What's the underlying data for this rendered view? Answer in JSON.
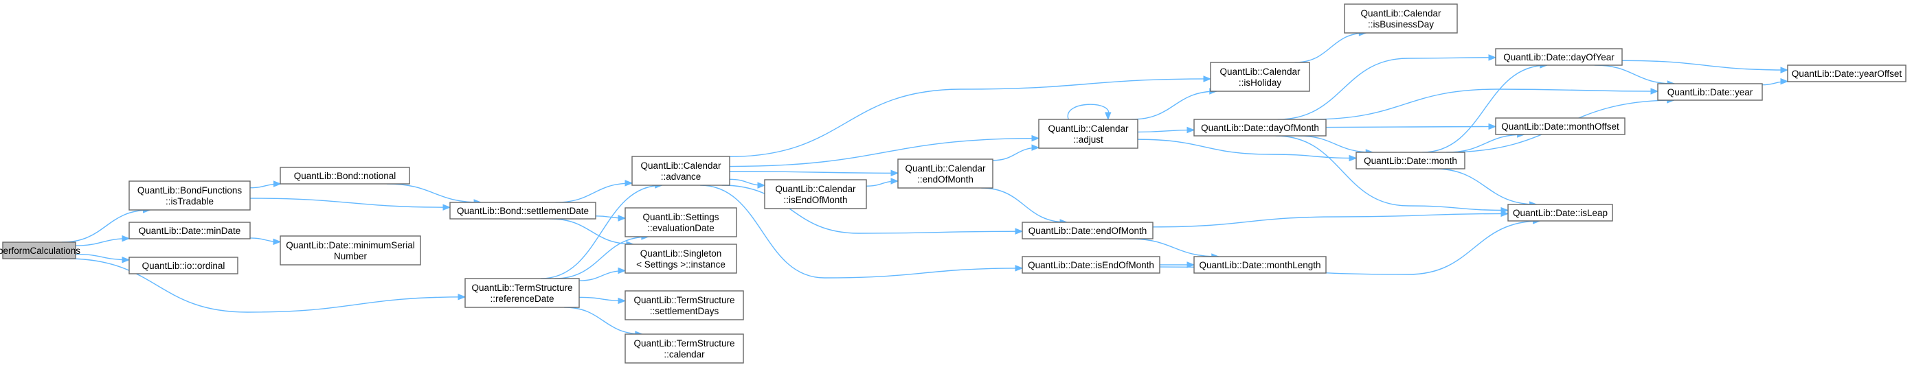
{
  "nodes": [
    {
      "id": "performCalculations",
      "lines": [
        "performCalculations"
      ]
    },
    {
      "id": "isTradable",
      "lines": [
        "QuantLib::BondFunctions",
        "::isTradable"
      ]
    },
    {
      "id": "minDate",
      "lines": [
        "QuantLib::Date::minDate"
      ]
    },
    {
      "id": "ordinal",
      "lines": [
        "QuantLib::io::ordinal"
      ]
    },
    {
      "id": "refDate",
      "lines": [
        "QuantLib::TermStructure",
        "::referenceDate"
      ]
    },
    {
      "id": "notional",
      "lines": [
        "QuantLib::Bond::notional"
      ]
    },
    {
      "id": "bondSettle",
      "lines": [
        "QuantLib::Bond::settlementDate"
      ]
    },
    {
      "id": "minSerial",
      "lines": [
        "QuantLib::Date::minimumSerial",
        "Number"
      ]
    },
    {
      "id": "advance",
      "lines": [
        "QuantLib::Calendar",
        "::advance"
      ]
    },
    {
      "id": "evalDate",
      "lines": [
        "QuantLib::Settings",
        "::evaluationDate"
      ]
    },
    {
      "id": "instance",
      "lines": [
        "QuantLib::Singleton",
        "< Settings >::instance"
      ]
    },
    {
      "id": "tsSettleDays",
      "lines": [
        "QuantLib::TermStructure",
        "::settlementDays"
      ]
    },
    {
      "id": "tsCalendar",
      "lines": [
        "QuantLib::TermStructure",
        "::calendar"
      ]
    },
    {
      "id": "calIsEOM",
      "lines": [
        "QuantLib::Calendar",
        "::isEndOfMonth"
      ]
    },
    {
      "id": "calEOM",
      "lines": [
        "QuantLib::Calendar",
        "::endOfMonth"
      ]
    },
    {
      "id": "adjust",
      "lines": [
        "QuantLib::Calendar",
        "::adjust"
      ]
    },
    {
      "id": "isHoliday",
      "lines": [
        "QuantLib::Calendar",
        "::isHoliday"
      ]
    },
    {
      "id": "isBusinessDay",
      "lines": [
        "QuantLib::Calendar",
        "::isBusinessDay"
      ]
    },
    {
      "id": "dayOfMonth",
      "lines": [
        "QuantLib::Date::dayOfMonth"
      ]
    },
    {
      "id": "dateEOM",
      "lines": [
        "QuantLib::Date::endOfMonth"
      ]
    },
    {
      "id": "dateIsEOM",
      "lines": [
        "QuantLib::Date::isEndOfMonth"
      ]
    },
    {
      "id": "monthLength",
      "lines": [
        "QuantLib::Date::monthLength"
      ]
    },
    {
      "id": "dayOfYear",
      "lines": [
        "QuantLib::Date::dayOfYear"
      ]
    },
    {
      "id": "monthOffset",
      "lines": [
        "QuantLib::Date::monthOffset"
      ]
    },
    {
      "id": "month",
      "lines": [
        "QuantLib::Date::month"
      ]
    },
    {
      "id": "year",
      "lines": [
        "QuantLib::Date::year"
      ]
    },
    {
      "id": "yearOffset",
      "lines": [
        "QuantLib::Date::yearOffset"
      ]
    },
    {
      "id": "isLeap",
      "lines": [
        "QuantLib::Date::isLeap"
      ]
    }
  ],
  "edges": [
    [
      "performCalculations",
      "isTradable"
    ],
    [
      "performCalculations",
      "minDate"
    ],
    [
      "performCalculations",
      "ordinal"
    ],
    [
      "performCalculations",
      "refDate"
    ],
    [
      "isTradable",
      "notional"
    ],
    [
      "isTradable",
      "bondSettle"
    ],
    [
      "notional",
      "bondSettle"
    ],
    [
      "minDate",
      "minSerial"
    ],
    [
      "bondSettle",
      "advance"
    ],
    [
      "bondSettle",
      "evalDate"
    ],
    [
      "bondSettle",
      "instance"
    ],
    [
      "refDate",
      "advance"
    ],
    [
      "refDate",
      "evalDate"
    ],
    [
      "refDate",
      "instance"
    ],
    [
      "refDate",
      "tsSettleDays"
    ],
    [
      "refDate",
      "tsCalendar"
    ],
    [
      "advance",
      "isHoliday"
    ],
    [
      "advance",
      "adjust"
    ],
    [
      "advance",
      "calEOM"
    ],
    [
      "advance",
      "calIsEOM"
    ],
    [
      "advance",
      "dateEOM"
    ],
    [
      "advance",
      "dateIsEOM"
    ],
    [
      "calIsEOM",
      "calEOM"
    ],
    [
      "calEOM",
      "adjust"
    ],
    [
      "calEOM",
      "dateEOM"
    ],
    [
      "adjust",
      "adjust"
    ],
    [
      "adjust",
      "isHoliday"
    ],
    [
      "adjust",
      "dayOfMonth"
    ],
    [
      "adjust",
      "month"
    ],
    [
      "isHoliday",
      "isBusinessDay"
    ],
    [
      "dayOfMonth",
      "dayOfYear"
    ],
    [
      "dayOfMonth",
      "year"
    ],
    [
      "dayOfMonth",
      "monthOffset"
    ],
    [
      "dayOfMonth",
      "month"
    ],
    [
      "dayOfMonth",
      "isLeap"
    ],
    [
      "dateEOM",
      "monthLength"
    ],
    [
      "dateEOM",
      "isLeap"
    ],
    [
      "dateIsEOM",
      "monthLength"
    ],
    [
      "dateIsEOM",
      "isLeap"
    ],
    [
      "month",
      "dayOfYear"
    ],
    [
      "month",
      "monthOffset"
    ],
    [
      "month",
      "year"
    ],
    [
      "month",
      "isLeap"
    ],
    [
      "dayOfYear",
      "year"
    ],
    [
      "dayOfYear",
      "yearOffset"
    ],
    [
      "year",
      "yearOffset"
    ]
  ]
}
